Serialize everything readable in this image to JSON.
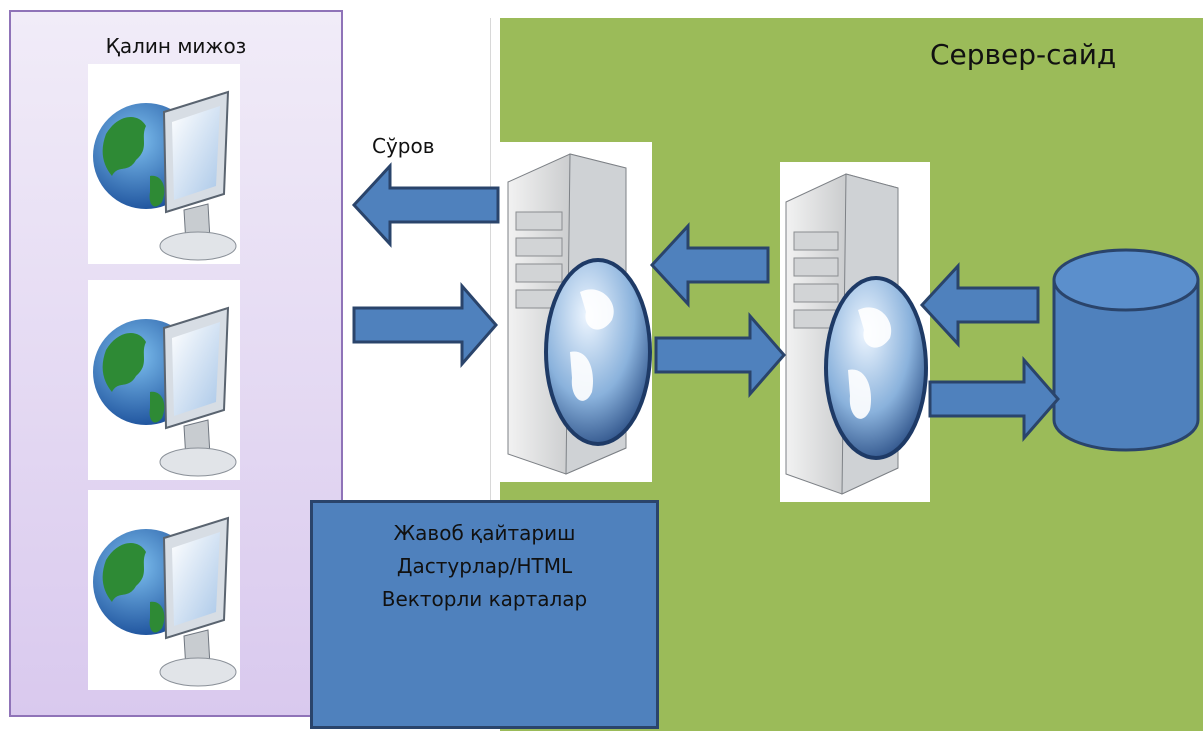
{
  "client": {
    "title": "Қалин мижоз"
  },
  "server": {
    "title": "Сервер-сайд"
  },
  "request_label": "Сўров",
  "response_box": {
    "lines": [
      "Жавоб қайтариш",
      "Дастурлар/HTML",
      "Векторли карталар"
    ]
  },
  "icons": {
    "client_computer": "globe-monitor-icon",
    "web_server": "server-globe-icon",
    "database": "database-cylinder-icon",
    "arrow": "block-arrow"
  },
  "colors": {
    "client_panel_top": "#f1ecf8",
    "client_panel_bottom": "#d9c9ee",
    "client_panel_border": "#8f73b8",
    "server_panel": "#9bbb59",
    "arrow_fill": "#4f81bd",
    "arrow_border": "#2a446b",
    "response_fill": "#4f81bd"
  }
}
